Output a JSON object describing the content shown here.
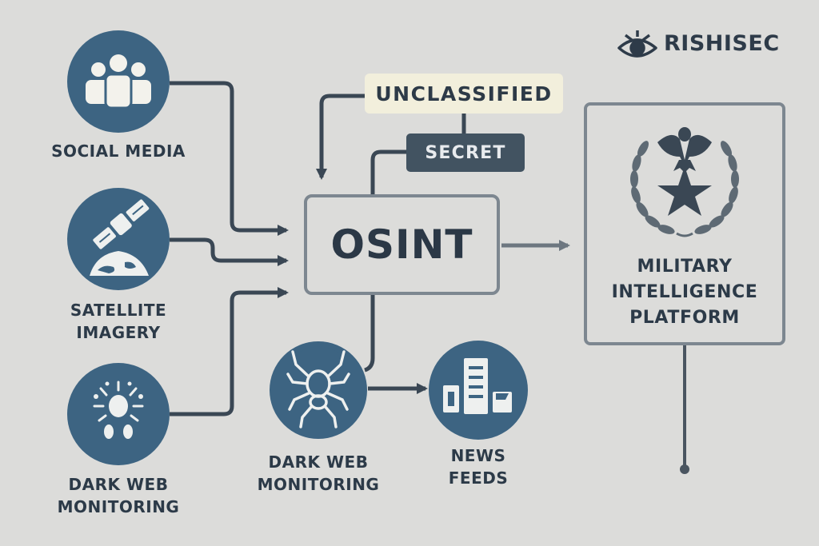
{
  "brand": {
    "name": "RISHISEC",
    "icon": "eye-shield-icon"
  },
  "classification": {
    "unclassified": "UNCLASSIFIED",
    "secret": "SECRET"
  },
  "hub": {
    "label": "OSINT"
  },
  "target": {
    "line1": "MILITARY",
    "line2": "INTELLIGENCE",
    "line3": "PLATFORM",
    "icon": "eagle-star-laurel-emblem-icon"
  },
  "sources": [
    {
      "line1": "SOCIAL MEDIA",
      "line2": "",
      "icon": "people-group-icon"
    },
    {
      "line1": "SATELLITE",
      "line2": "IMAGERY",
      "icon": "satellite-icon"
    },
    {
      "line1": "DARK WEB",
      "line2": "MONITORING",
      "icon": "bug-icon"
    },
    {
      "line1": "DARK WEB",
      "line2": "MONITORING",
      "icon": "spider-icon"
    },
    {
      "line1": "NEWS",
      "line2": "FEEDS",
      "icon": "newspaper-icon"
    }
  ],
  "colors": {
    "background": "#dcdcda",
    "node": "#3d6482",
    "line": "#3a4754",
    "box_border": "#7d8790",
    "secret_bg": "#425361",
    "unclassified_bg": "#f2efdc"
  }
}
